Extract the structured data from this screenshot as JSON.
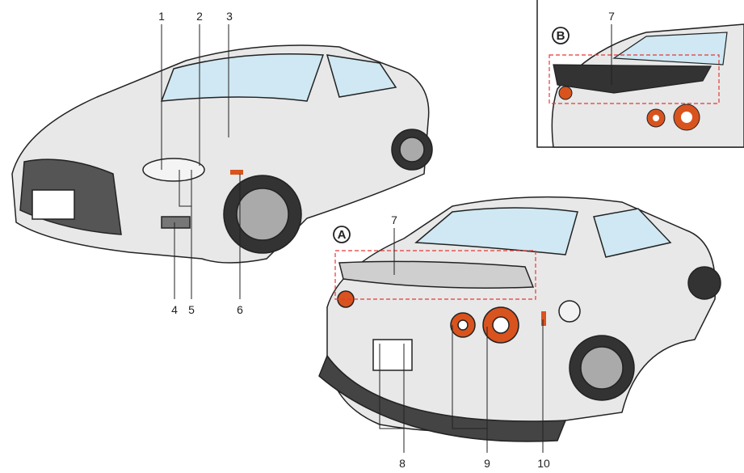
{
  "callouts": {
    "front": [
      "1",
      "2",
      "3",
      "4",
      "5",
      "6"
    ],
    "rear": [
      "7",
      "8",
      "9",
      "10"
    ],
    "inset": [
      "7"
    ]
  },
  "views": {
    "rear": "A",
    "inset": "B"
  },
  "colors": {
    "body": "#e6e6e6",
    "outline": "#222222",
    "glass": "#bfe3f2",
    "lamp": "#d9531e",
    "highlight": "#e53935"
  }
}
